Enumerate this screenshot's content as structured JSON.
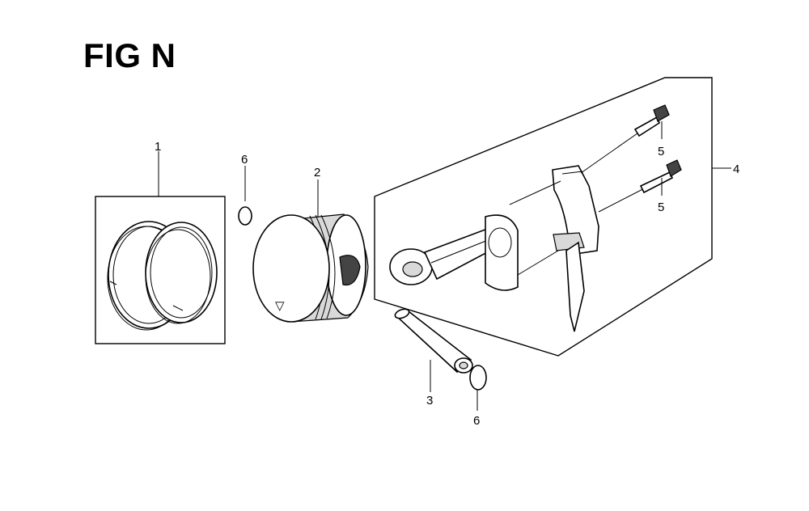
{
  "figure": {
    "title": "FIG N"
  },
  "callouts": [
    {
      "id": "ring-set",
      "label": "1"
    },
    {
      "id": "piston",
      "label": "2"
    },
    {
      "id": "piston-pin",
      "label": "3"
    },
    {
      "id": "connecting-rod-assembly",
      "label": "4"
    },
    {
      "id": "bolt-upper",
      "label": "5"
    },
    {
      "id": "bolt-lower",
      "label": "5"
    },
    {
      "id": "clip-left",
      "label": "6"
    },
    {
      "id": "clip-right",
      "label": "6"
    }
  ]
}
